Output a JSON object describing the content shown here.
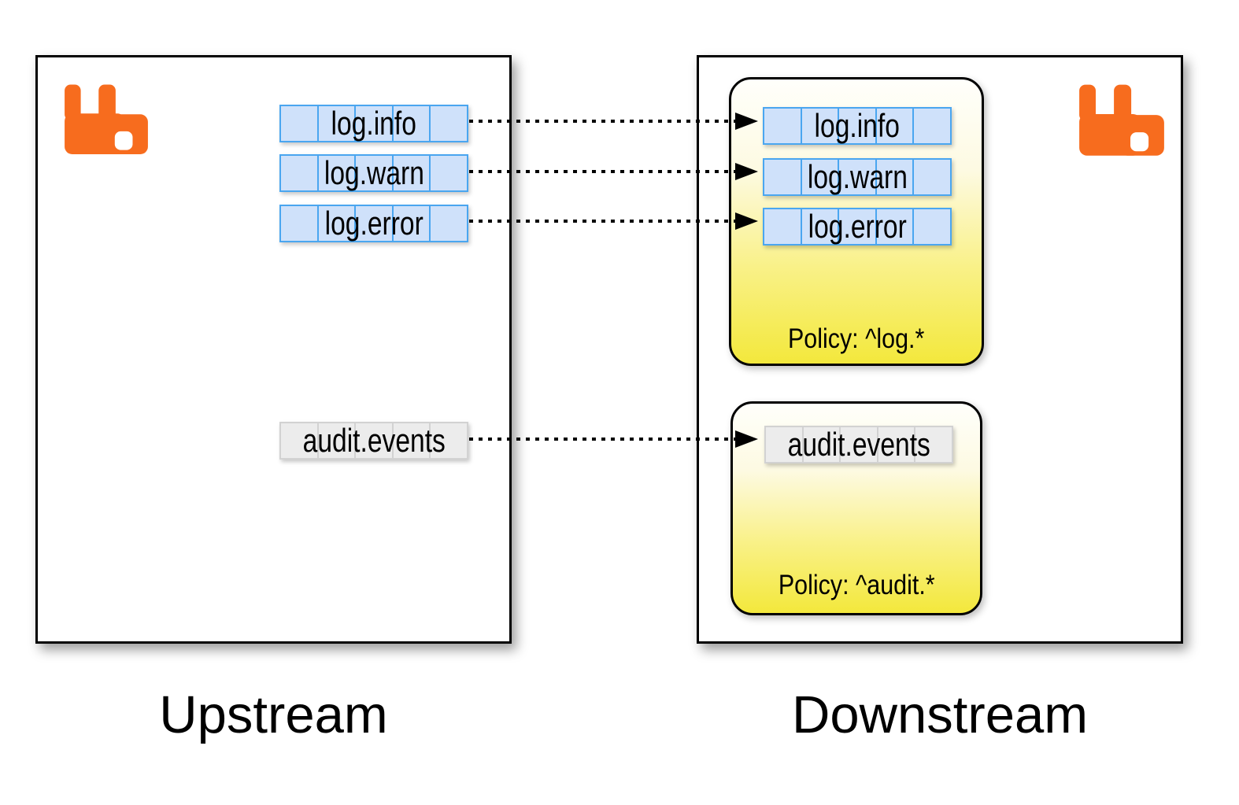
{
  "upstream": {
    "label": "Upstream",
    "queues": [
      {
        "name": "log.info",
        "type": "log"
      },
      {
        "name": "log.warn",
        "type": "log"
      },
      {
        "name": "log.error",
        "type": "log"
      },
      {
        "name": "audit.events",
        "type": "audit"
      }
    ]
  },
  "downstream": {
    "label": "Downstream",
    "policies": [
      {
        "label": "Policy: ^log.*",
        "queues": [
          {
            "name": "log.info",
            "type": "log"
          },
          {
            "name": "log.warn",
            "type": "log"
          },
          {
            "name": "log.error",
            "type": "log"
          }
        ]
      },
      {
        "label": "Policy: ^audit.*",
        "queues": [
          {
            "name": "audit.events",
            "type": "audit"
          }
        ]
      }
    ]
  },
  "links": [
    {
      "from": "log.info",
      "to": "log.info"
    },
    {
      "from": "log.warn",
      "to": "log.warn"
    },
    {
      "from": "log.error",
      "to": "log.error"
    },
    {
      "from": "audit.events",
      "to": "audit.events"
    }
  ],
  "icons": {
    "broker": "rabbitmq-logo"
  },
  "colors": {
    "log_queue_fill": "#cfe1fa",
    "log_queue_border": "#4aa6f0",
    "audit_queue_fill": "#ececec",
    "audit_queue_border": "#d2d2d2",
    "policy_gradient_top": "#fffffb",
    "policy_gradient_bottom": "#f3e83c",
    "broker_logo_orange": "#f76c1e",
    "connector": "#000000"
  }
}
